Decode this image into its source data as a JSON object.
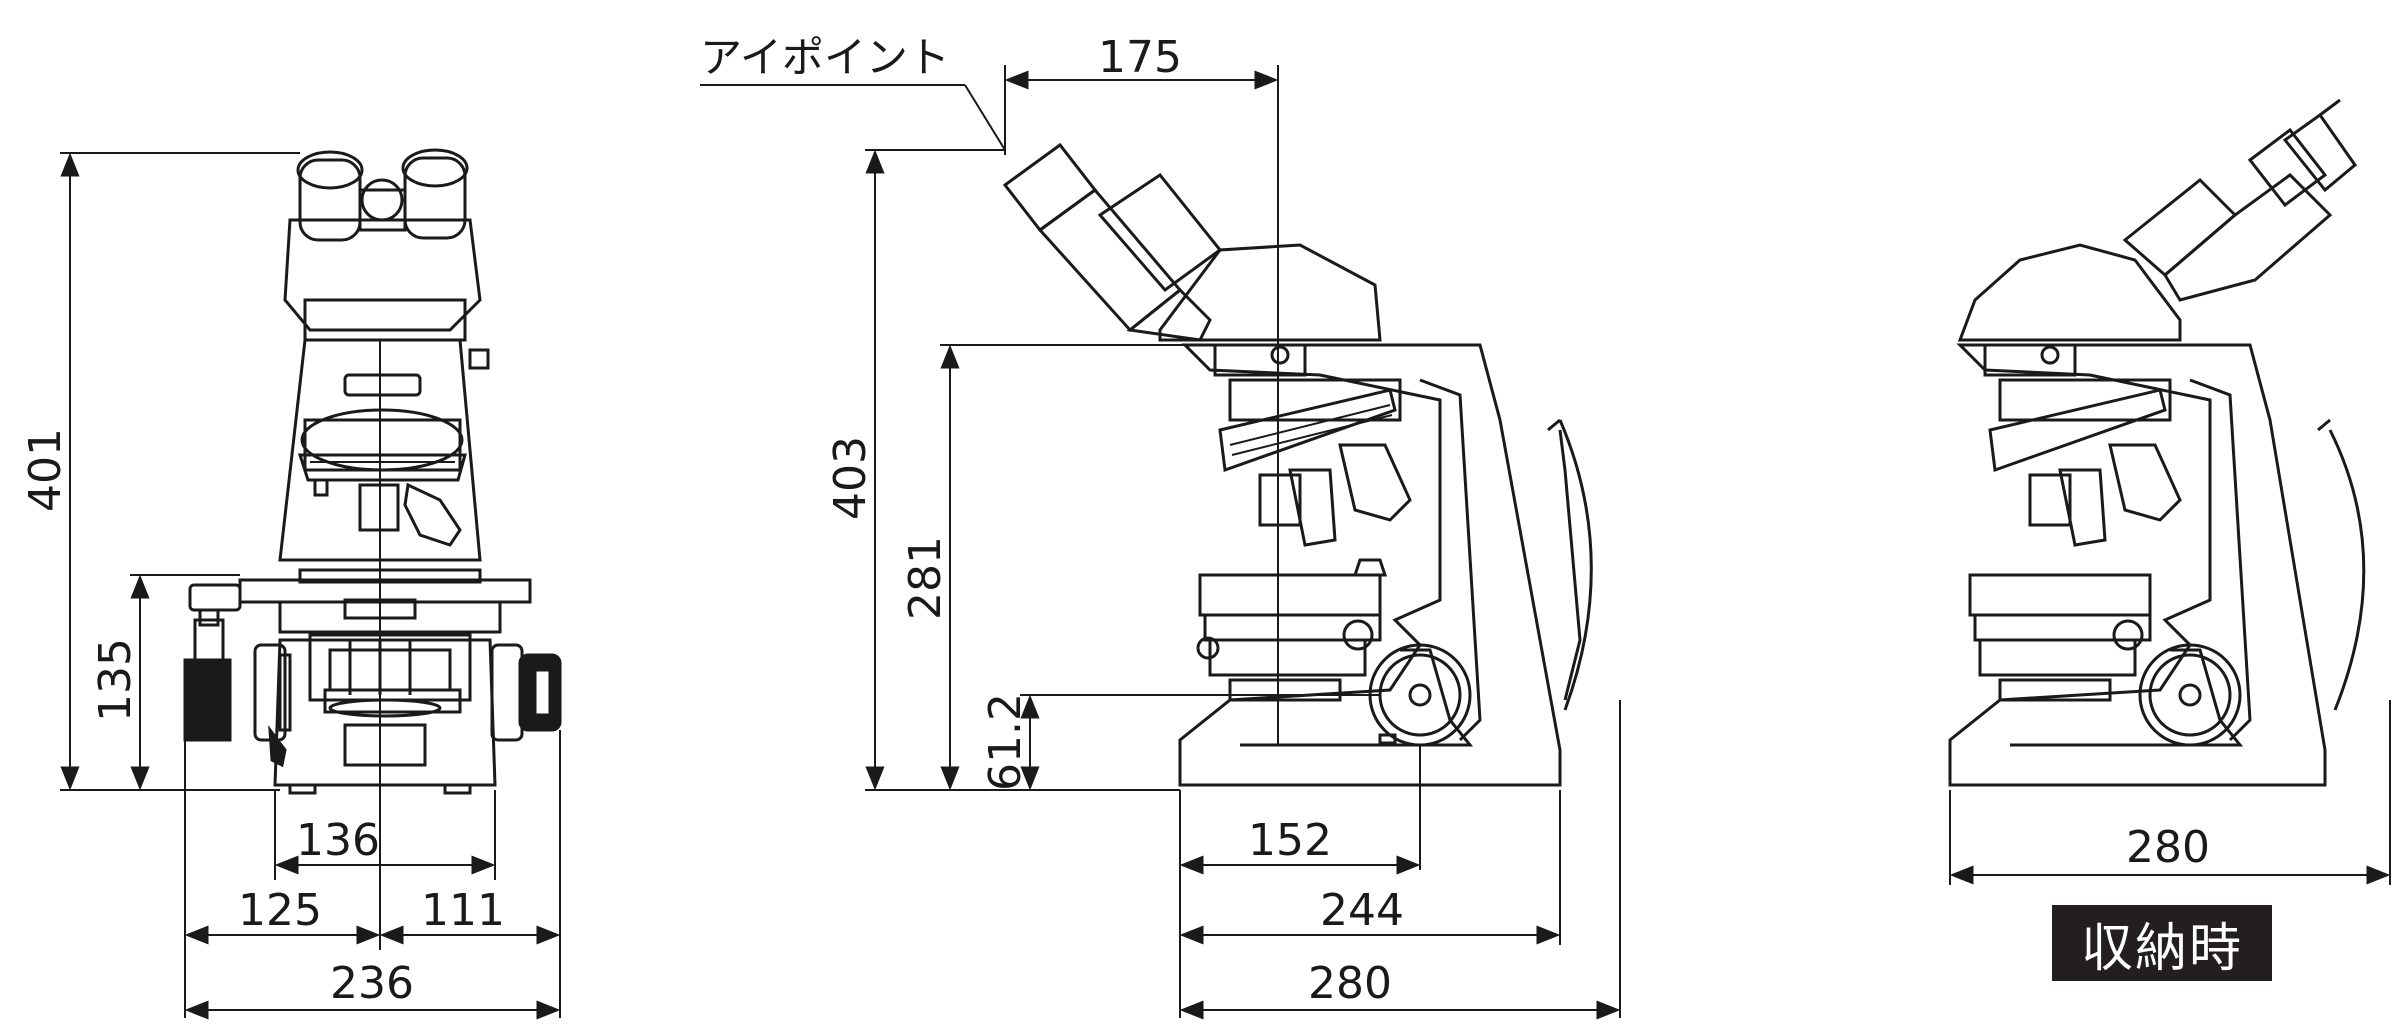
{
  "units_hidden": true,
  "front_view": {
    "height_total": "401",
    "stage_height": "135",
    "base_width": "136",
    "left_extent": "125",
    "right_extent": "111",
    "total_width": "236"
  },
  "side_view": {
    "eyepoint_label": "アイポイント",
    "eyepoint_horizontal": "175",
    "eyepoint_height": "403",
    "stage_top_height": "281",
    "focus_knob_height": "61.2",
    "focus_knob_offset": "152",
    "base_depth": "244",
    "total_depth": "280"
  },
  "stowed_view": {
    "total_depth": "280",
    "badge_label": "収納時"
  },
  "colors": {
    "line": "#1a1a1a",
    "badge_bg": "#231f20",
    "badge_text": "#ffffff"
  }
}
